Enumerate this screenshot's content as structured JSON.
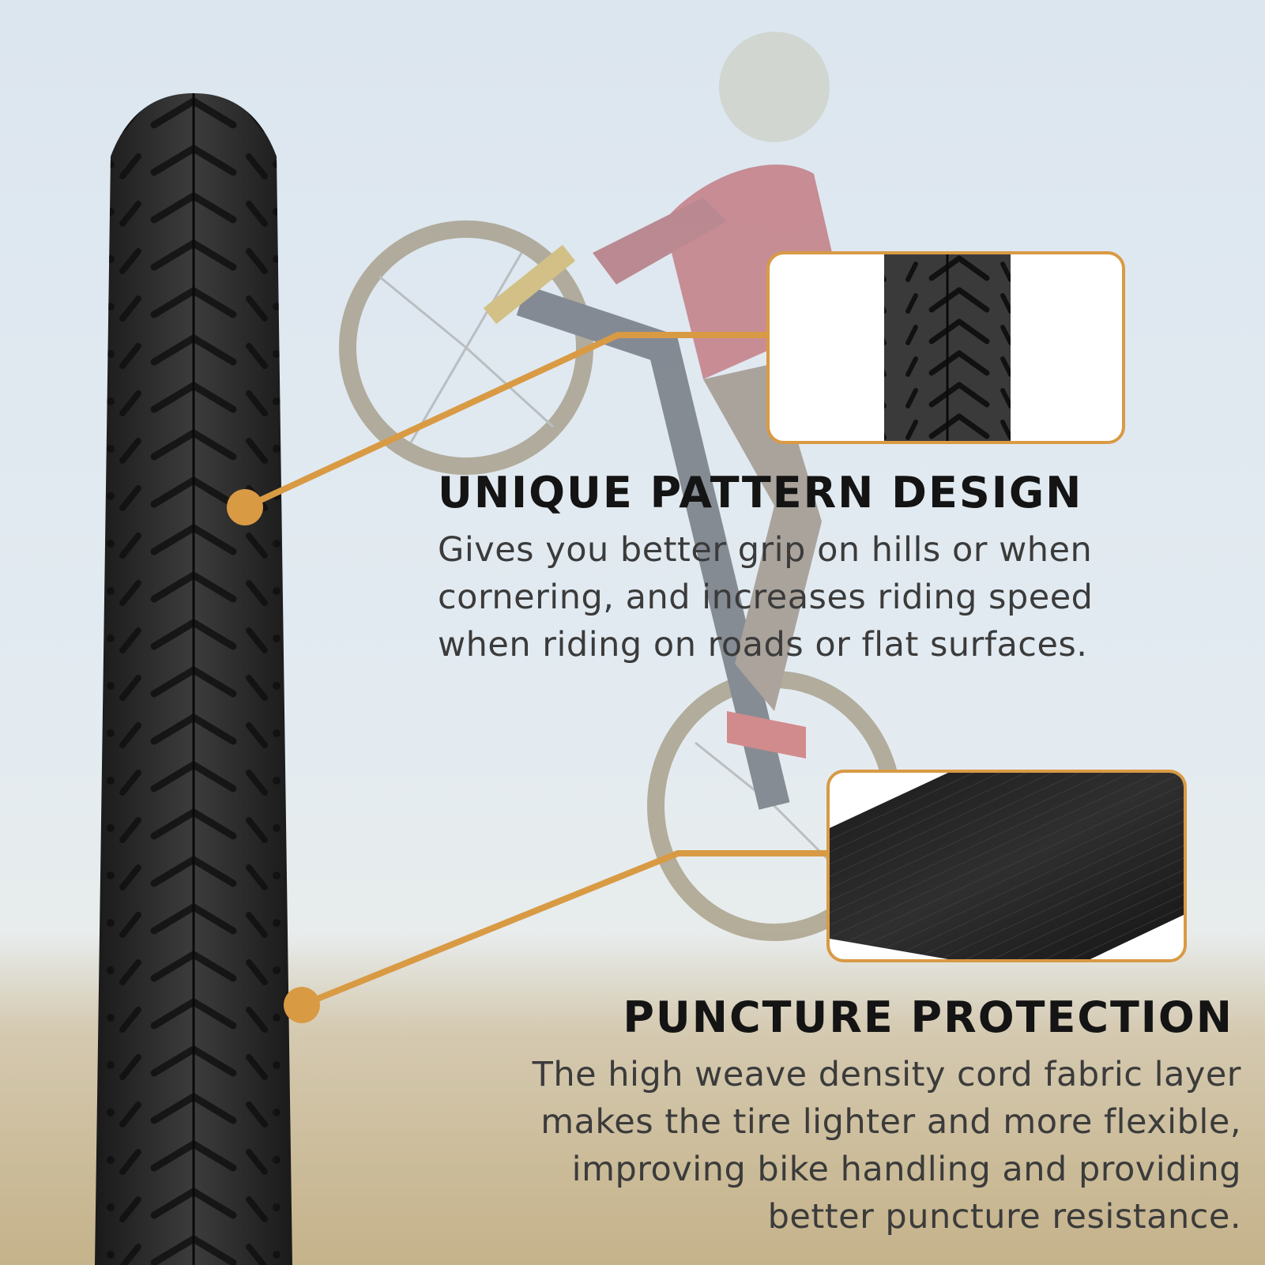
{
  "accent_color": "#d99a44",
  "features": [
    {
      "heading": "UNIQUE PATTERN DESIGN",
      "description": "Gives you better grip on hills or when\ncornering, and increases riding speed\nwhen riding on roads or flat surfaces.",
      "inset_image": "tire-tread-closeup"
    },
    {
      "heading": "PUNCTURE PROTECTION",
      "description": "The high weave density cord fabric layer\nmakes the tire lighter and more flexible,\nimproving bike handling and providing\nbetter puncture resistance.",
      "inset_image": "cord-fabric-layer-closeup"
    }
  ]
}
